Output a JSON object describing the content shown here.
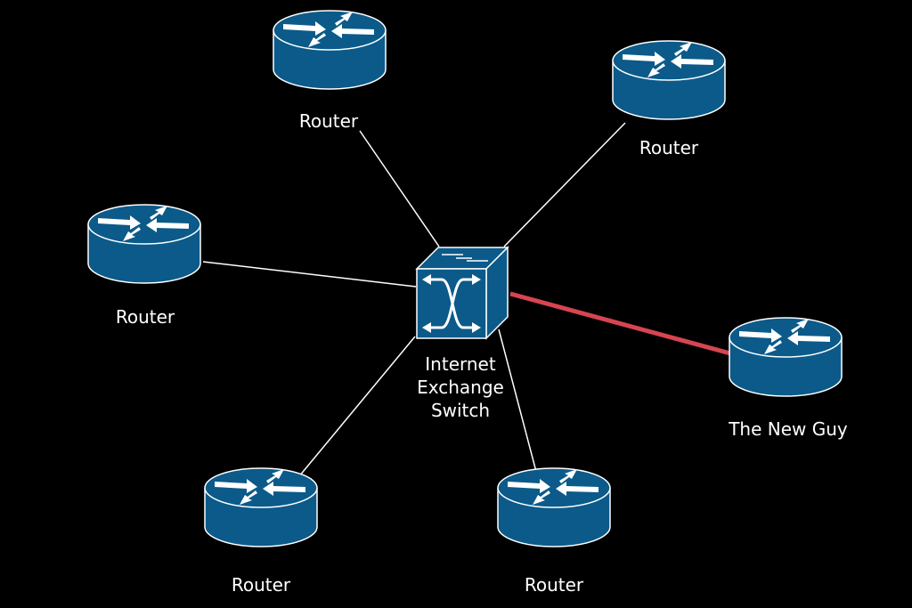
{
  "colors": {
    "background": "#000000",
    "device_fill": "#0b5a8a",
    "device_stroke": "#ffffff",
    "link": "#ffffff",
    "new_link": "#d64550"
  },
  "switch": {
    "label_lines": [
      "Internet",
      "Exchange",
      "Switch"
    ],
    "icon": "switch-icon"
  },
  "routers": [
    {
      "id": "router-top",
      "label": "Router",
      "icon": "router-icon"
    },
    {
      "id": "router-top-right",
      "label": "Router",
      "icon": "router-icon"
    },
    {
      "id": "router-left",
      "label": "Router",
      "icon": "router-icon"
    },
    {
      "id": "router-bottom-left",
      "label": "Router",
      "icon": "router-icon"
    },
    {
      "id": "router-bottom-right",
      "label": "Router",
      "icon": "router-icon"
    },
    {
      "id": "router-new",
      "label": "The New Guy",
      "icon": "router-icon",
      "highlight": true
    }
  ]
}
